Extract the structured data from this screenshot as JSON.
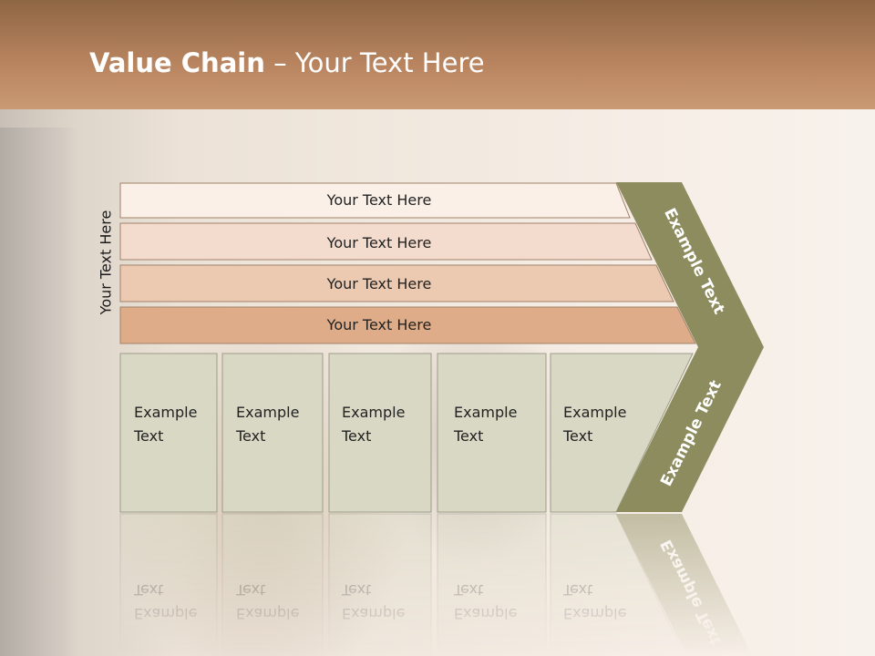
{
  "slide": {
    "title_bold": "Value Chain",
    "title_rest": " – Your Text Here",
    "side_label": "Your Text Here"
  },
  "rows": [
    {
      "label": "Your Text Here",
      "color": "#fbf0e8"
    },
    {
      "label": "Your Text Here",
      "color": "#f3dccd"
    },
    {
      "label": "Your Text Here",
      "color": "#eccab2"
    },
    {
      "label": "Your Text Here",
      "color": "#deac88"
    }
  ],
  "boxes": [
    {
      "line1": "Example",
      "line2": "Text"
    },
    {
      "line1": "Example",
      "line2": "Text"
    },
    {
      "line1": "Example",
      "line2": "Text"
    },
    {
      "line1": "Example",
      "line2": "Text"
    },
    {
      "line1": "Example",
      "line2": "Text"
    }
  ],
  "arrow": {
    "upper_text": "Example Text",
    "lower_text": "Example Text",
    "color": "#8d8c5f"
  },
  "colors": {
    "box_fill": "#d8d8c4",
    "box_stroke": "#9c9c88",
    "row_stroke": "#a0826a"
  }
}
